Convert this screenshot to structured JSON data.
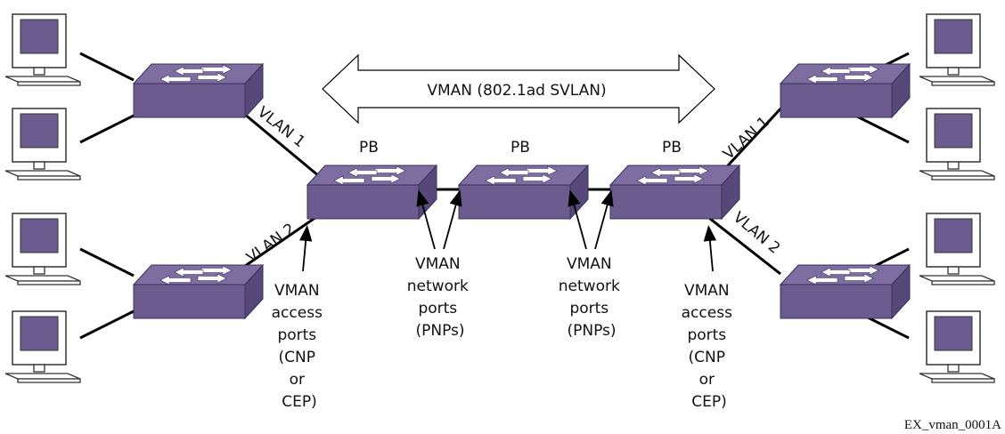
{
  "diagram": {
    "vman_label": "VMAN (802.1ad SVLAN)",
    "pb_left": "PB",
    "pb_center": "PB",
    "pb_right": "PB",
    "vlan1_left": "VLAN 1",
    "vlan2_left": "VLAN 2",
    "vlan1_right": "VLAN 1",
    "vlan2_right": "VLAN 2",
    "access_ports_left": [
      "VMAN",
      "access",
      "ports",
      "(CNP",
      "or",
      "CEP)"
    ],
    "network_ports_left": [
      "VMAN",
      "network",
      "ports",
      "(PNPs)"
    ],
    "network_ports_right": [
      "VMAN",
      "network",
      "ports",
      "(PNPs)"
    ],
    "access_ports_right": [
      "VMAN",
      "access",
      "ports",
      "(CNP",
      "or",
      "CEP)"
    ],
    "figure_id": "EX_vman_0001A"
  },
  "colors": {
    "device": "#6b5b8f",
    "device_side": "#564879",
    "device_top": "#7d6da0",
    "screen": "#6b5b8f"
  }
}
